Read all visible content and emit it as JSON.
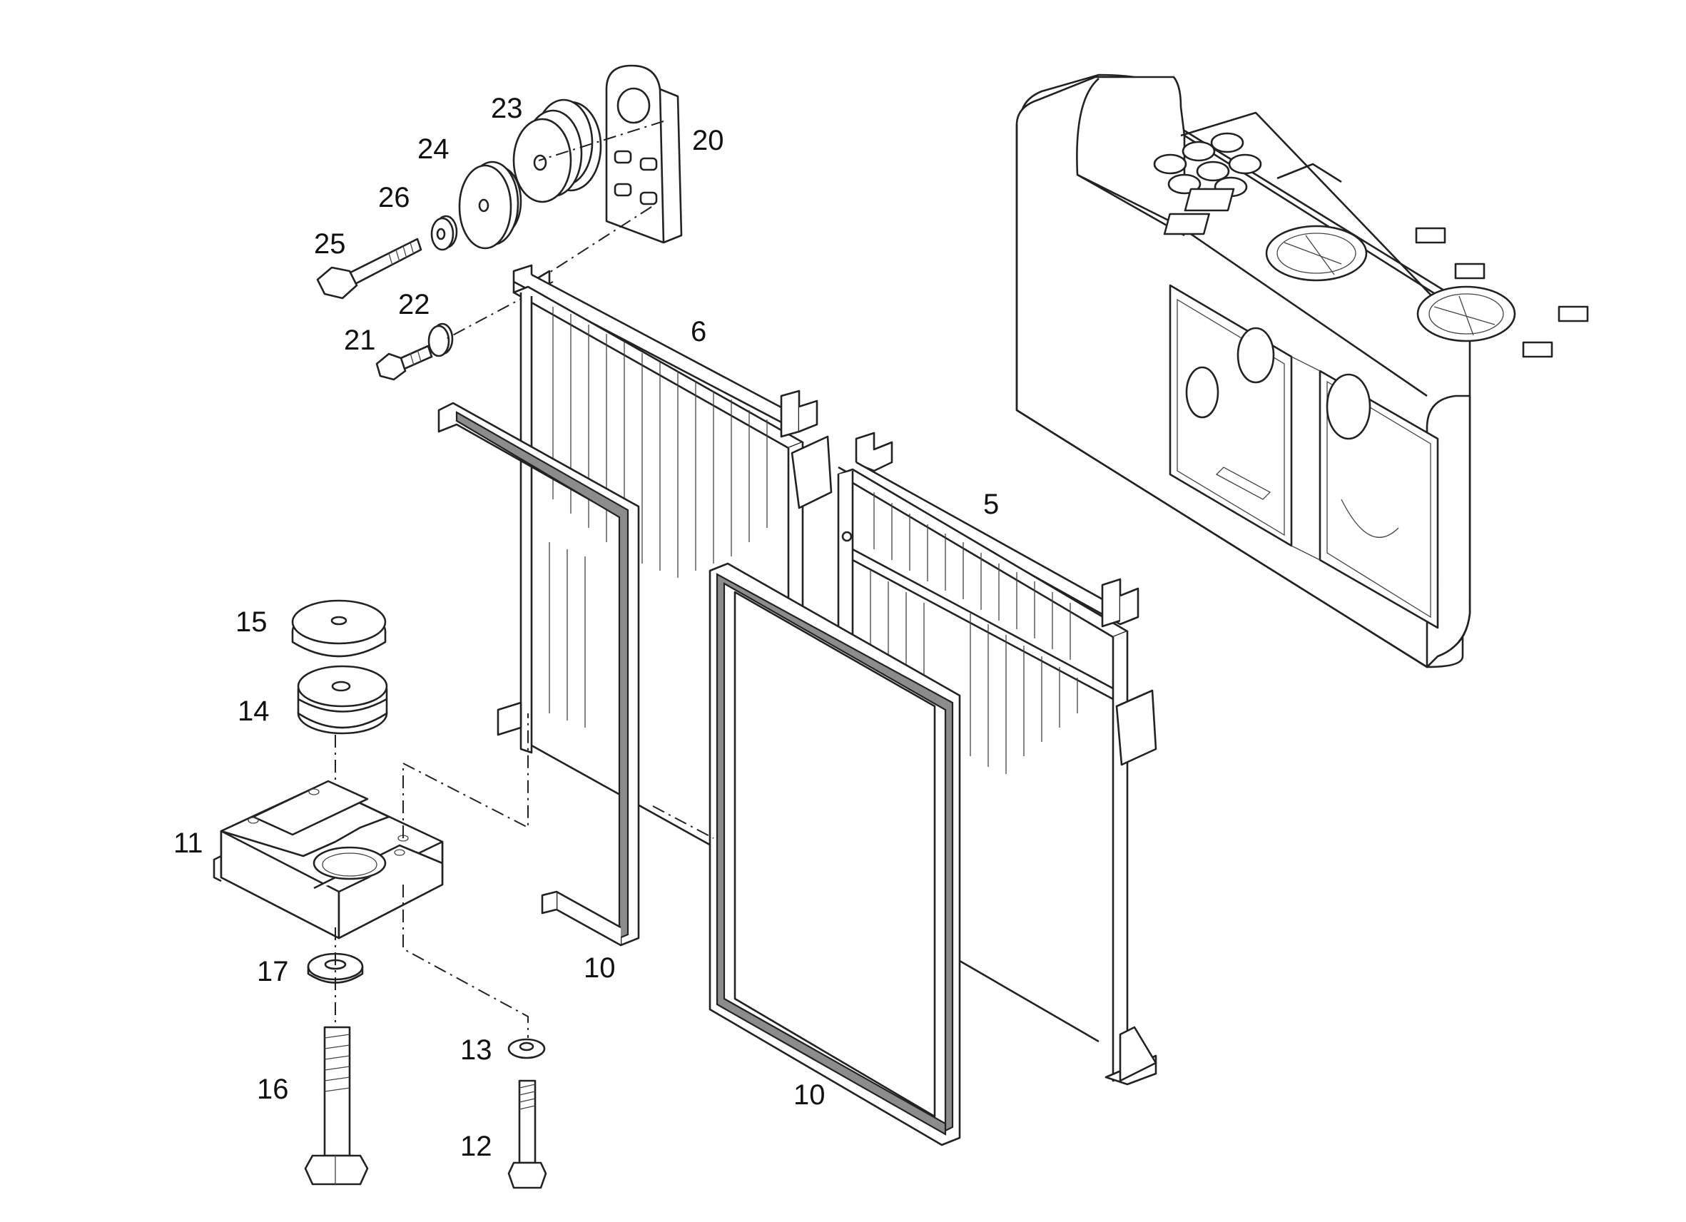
{
  "diagram": {
    "colors": {
      "line": "#222222",
      "seal": "#8c8c8c",
      "background": "#ffffff"
    },
    "callouts": [
      {
        "id": "c5",
        "text": "5"
      },
      {
        "id": "c6",
        "text": "6"
      },
      {
        "id": "c10a",
        "text": "10"
      },
      {
        "id": "c10b",
        "text": "10"
      },
      {
        "id": "c11",
        "text": "11"
      },
      {
        "id": "c12",
        "text": "12"
      },
      {
        "id": "c13",
        "text": "13"
      },
      {
        "id": "c14",
        "text": "14"
      },
      {
        "id": "c15",
        "text": "15"
      },
      {
        "id": "c16",
        "text": "16"
      },
      {
        "id": "c17",
        "text": "17"
      },
      {
        "id": "c20",
        "text": "20"
      },
      {
        "id": "c21",
        "text": "21"
      },
      {
        "id": "c22",
        "text": "22"
      },
      {
        "id": "c23",
        "text": "23"
      },
      {
        "id": "c24",
        "text": "24"
      },
      {
        "id": "c25",
        "text": "25"
      },
      {
        "id": "c26",
        "text": "26"
      }
    ]
  }
}
